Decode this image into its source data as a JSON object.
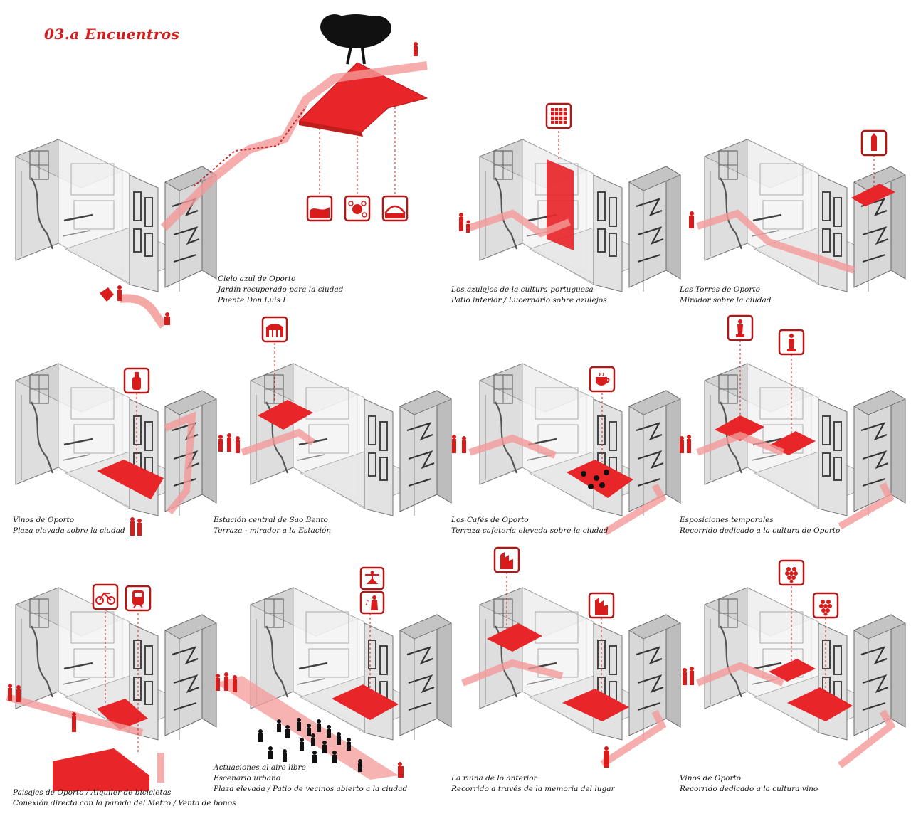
{
  "title": "03.a   Encuentros",
  "colors": {
    "accent": "#e8262a",
    "accent_light": "#f6a7a5",
    "building": "#9a9a9a",
    "icon_border": "#b01818"
  },
  "panels": [
    {
      "id": "p1",
      "lines": [
        "Cielo azul de Oporto",
        "Jardín recuperado para la ciudad",
        "Puente Don Luis I"
      ],
      "icons": [
        "wave-landscape-icon",
        "garden-tree-icon",
        "arch-bridge-icon"
      ]
    },
    {
      "id": "p2",
      "lines": [
        "Los azulejos de la cultura portuguesa",
        "Patio interior / Lucernario sobre azulejos"
      ],
      "icons": [
        "azulejo-tile-icon"
      ]
    },
    {
      "id": "p3",
      "lines": [
        "Las Torres de Oporto",
        "Mirador sobre la ciudad"
      ],
      "icons": [
        "clerigos-tower-icon"
      ]
    },
    {
      "id": "p4",
      "lines": [
        "Vinos de Oporto",
        "Plaza elevada sobre la ciudad"
      ],
      "icons": [
        "wine-bottle-icon"
      ]
    },
    {
      "id": "p5",
      "lines": [
        "Estación central de Sao Bento",
        "Terraza - mirador a la Estación"
      ],
      "icons": [
        "station-building-icon"
      ]
    },
    {
      "id": "p6",
      "lines": [
        "Los Cafés de Oporto",
        "Terraza cafetería elevada sobre la ciudad"
      ],
      "icons": [
        "coffee-cup-icon"
      ]
    },
    {
      "id": "p7",
      "lines": [
        "Esposiciones temporales",
        "Recorrido dedicado a la cultura de Oporto"
      ],
      "icons": [
        "statue-icon",
        "statue-icon"
      ]
    },
    {
      "id": "p8",
      "lines": [
        "Paisajes de Oporto / Alquiler de bicicletas",
        "Conexión directa con la parada del Metro / Venta de bonos"
      ],
      "icons": [
        "bicycle-icon",
        "metro-train-icon"
      ]
    },
    {
      "id": "p9",
      "lines": [
        "Actuaciones al aire libre",
        "Escenario urbano",
        "Plaza elevada / Patio de vecinos abierto a la ciudad"
      ],
      "icons": [
        "dancer-icon",
        "singer-icon"
      ]
    },
    {
      "id": "p10",
      "lines": [
        "La ruina de lo anterior",
        "Recorrido a través de la memoria del lugar"
      ],
      "icons": [
        "ruin-wall-icon",
        "ruin-wall-icon"
      ]
    },
    {
      "id": "p11",
      "lines": [
        "Vinos de Oporto",
        "Recorrido dedicado a la cultura vino"
      ],
      "icons": [
        "grapes-icon",
        "grapes-icon"
      ]
    }
  ]
}
